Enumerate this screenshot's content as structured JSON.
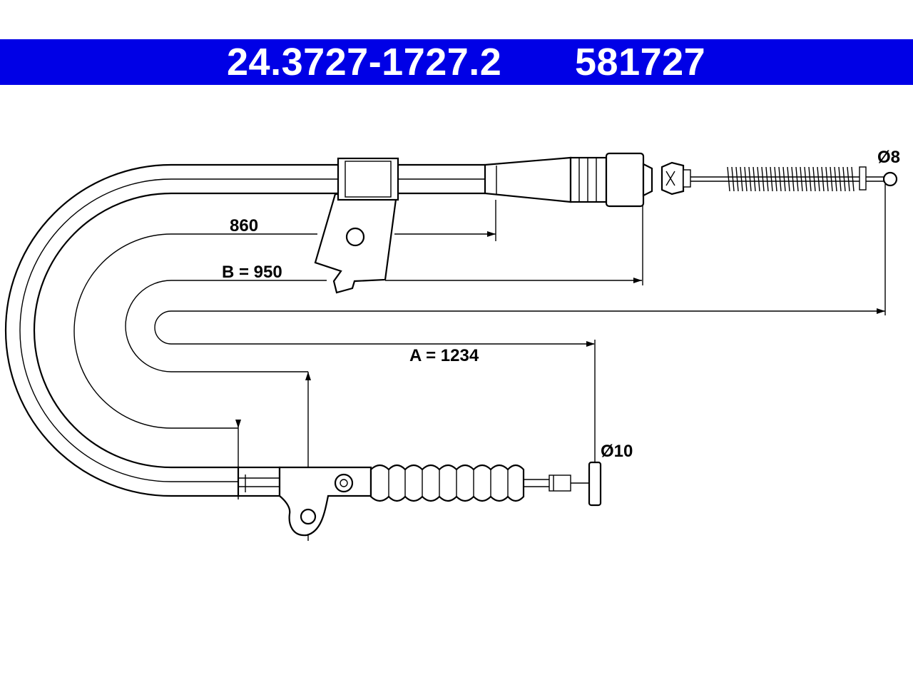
{
  "header": {
    "part_number": "24.3727-1727.2",
    "reference_number": "581727",
    "background_color": "#0000e6",
    "text_color": "#ffffff"
  },
  "dimensions": {
    "length_860": "860",
    "length_b": "B = 950",
    "length_a": "A = 1234",
    "diameter_8": "Ø8",
    "diameter_10": "Ø10"
  }
}
